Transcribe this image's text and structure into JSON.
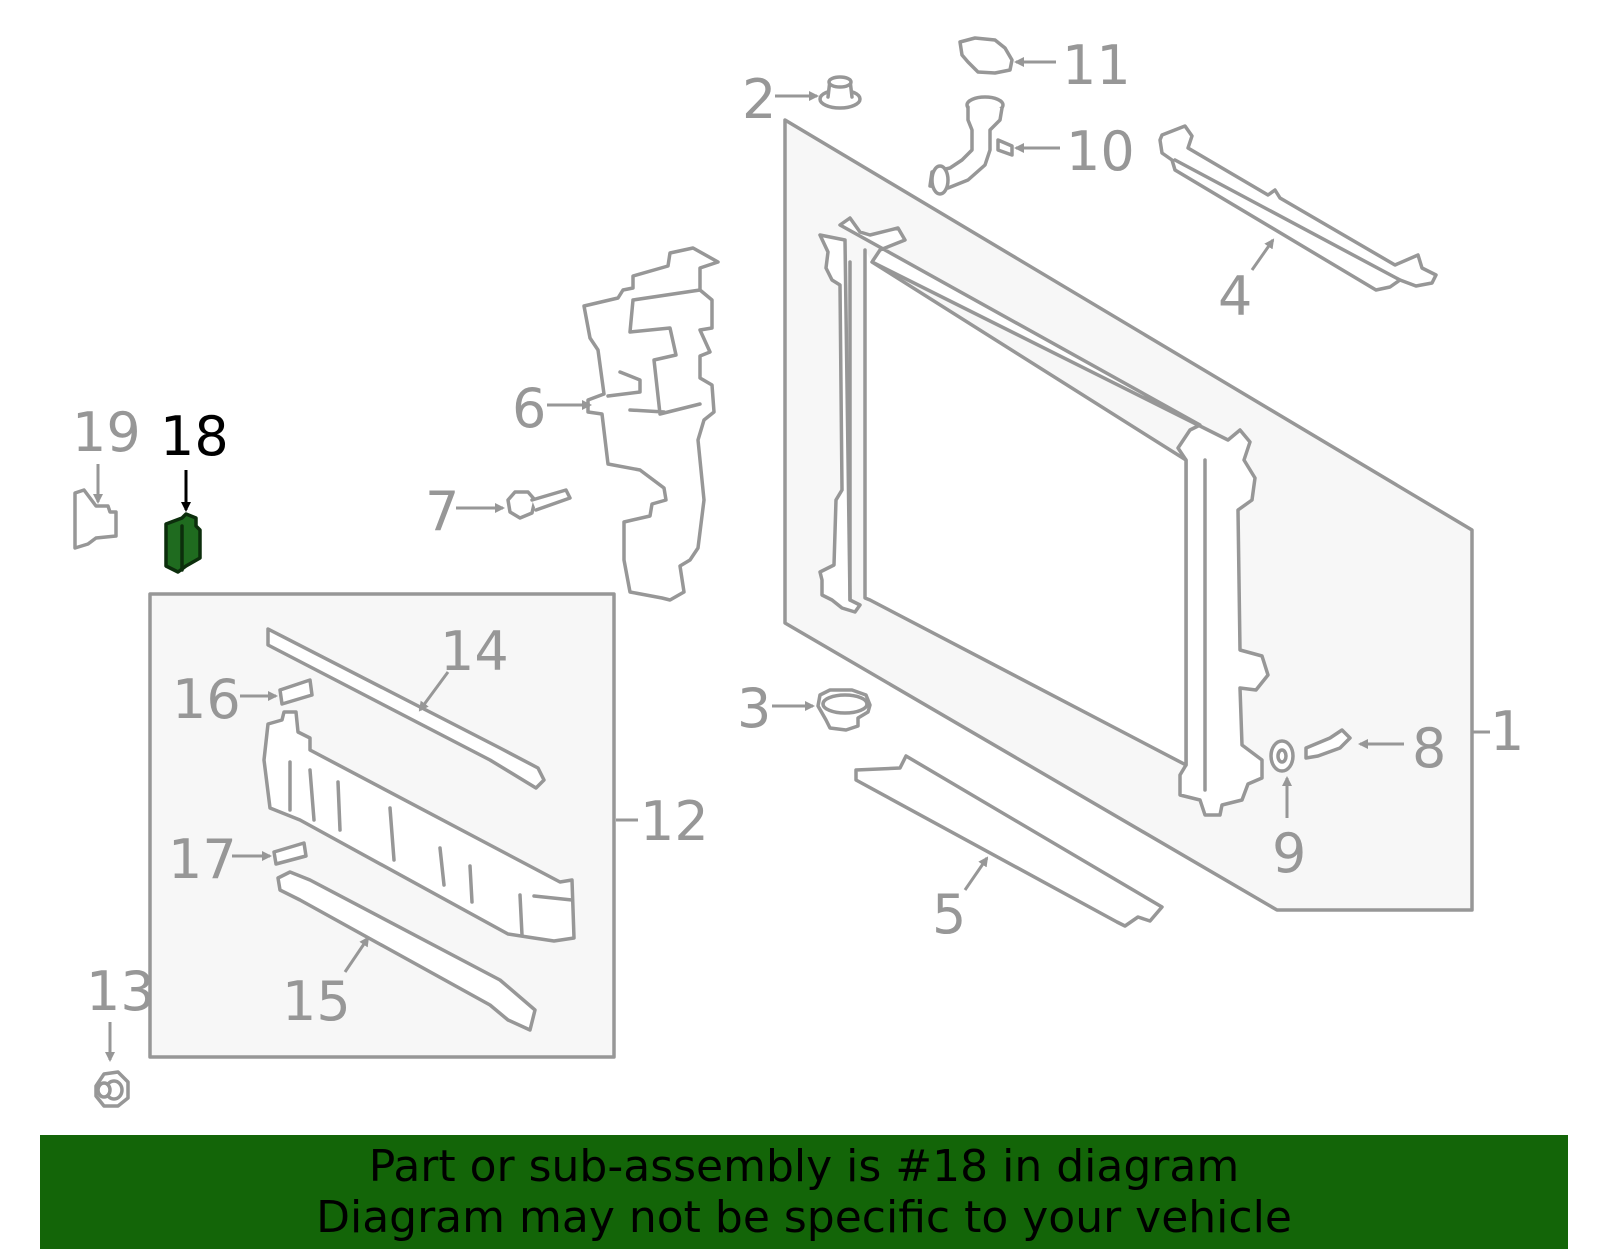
{
  "diagram": {
    "highlighted_part": "18",
    "highlight_color": "#1f6b1f",
    "callouts": [
      "1",
      "2",
      "3",
      "4",
      "5",
      "6",
      "7",
      "8",
      "9",
      "10",
      "11",
      "12",
      "13",
      "14",
      "15",
      "16",
      "17",
      "18",
      "19"
    ]
  },
  "banner": {
    "line1": "Part or sub-assembly is #18 in diagram",
    "line2": "Diagram may not be specific to your vehicle",
    "background": "#136508"
  }
}
